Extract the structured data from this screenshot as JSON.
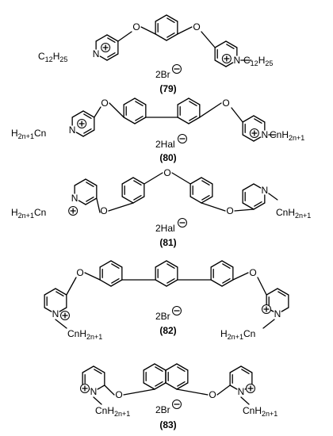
{
  "structures": [
    {
      "id": "79",
      "label": "(79)",
      "counterion": "2Br",
      "counterion_charge": "−",
      "left_chain": "C12H25",
      "right_chain": "C12H25",
      "linker_atom": "O",
      "ring_heteroatom": "N"
    },
    {
      "id": "80",
      "label": "(80)",
      "counterion": "2Hal",
      "counterion_charge": "−",
      "left_chain": "H2n+1Cn",
      "right_chain": "CnH2n+1",
      "linker_atom": "O",
      "ring_heteroatom": "N"
    },
    {
      "id": "81",
      "label": "(81)",
      "counterion": "2Hal",
      "counterion_charge": "−",
      "left_chain": "H2n+1Cn",
      "right_chain": "CnH2n+1",
      "linker_atom": "O",
      "ring_heteroatom": "N"
    },
    {
      "id": "82",
      "label": "(82)",
      "counterion": "2Br",
      "counterion_charge": "−",
      "left_chain": "CnH2n+1",
      "right_chain": "H2n+1Cn",
      "linker_atom": "O",
      "ring_heteroatom": "N"
    },
    {
      "id": "83",
      "label": "(83)",
      "counterion": "2Br",
      "counterion_charge": "−",
      "left_chain": "CnH2n+1",
      "right_chain": "CnH2n+1",
      "linker_atom": "O",
      "ring_heteroatom": "N"
    }
  ]
}
